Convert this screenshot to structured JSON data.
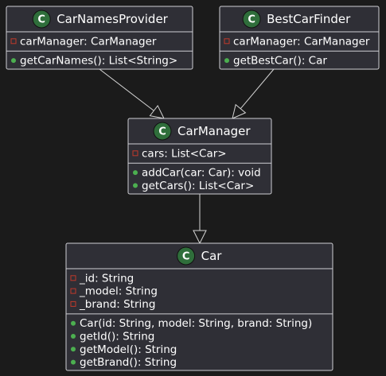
{
  "diagram": {
    "stereotype_letter": "C",
    "colors": {
      "background": "#1b1b1b",
      "box_fill": "#2f2f36",
      "border": "#cfcfd4",
      "class_badge": "#2f6e3b",
      "private_marker": "#c0392b",
      "public_marker": "#4caf50"
    },
    "classes": [
      {
        "id": "car-names-provider",
        "name": "CarNamesProvider",
        "fields": [
          {
            "visibility": "private",
            "text": "carManager: CarManager"
          }
        ],
        "methods": [
          {
            "visibility": "public",
            "text": "getCarNames(): List<String>"
          }
        ]
      },
      {
        "id": "best-car-finder",
        "name": "BestCarFinder",
        "fields": [
          {
            "visibility": "private",
            "text": "carManager: CarManager"
          }
        ],
        "methods": [
          {
            "visibility": "public",
            "text": "getBestCar(): Car"
          }
        ]
      },
      {
        "id": "car-manager",
        "name": "CarManager",
        "fields": [
          {
            "visibility": "private",
            "text": "cars: List<Car>"
          }
        ],
        "methods": [
          {
            "visibility": "public",
            "text": "addCar(car: Car): void"
          },
          {
            "visibility": "public",
            "text": "getCars(): List<Car>"
          }
        ]
      },
      {
        "id": "car",
        "name": "Car",
        "fields": [
          {
            "visibility": "private",
            "text": "_id: String"
          },
          {
            "visibility": "private",
            "text": "_model: String"
          },
          {
            "visibility": "private",
            "text": "_brand: String"
          }
        ],
        "methods": [
          {
            "visibility": "public",
            "text": "Car(id: String, model: String, brand: String)"
          },
          {
            "visibility": "public",
            "text": "getId(): String"
          },
          {
            "visibility": "public",
            "text": "getModel(): String"
          },
          {
            "visibility": "public",
            "text": "getBrand(): String"
          }
        ]
      }
    ],
    "relations": [
      {
        "from": "car-names-provider",
        "to": "car-manager",
        "arrow": "hollow-triangle"
      },
      {
        "from": "best-car-finder",
        "to": "car-manager",
        "arrow": "hollow-triangle"
      },
      {
        "from": "car-manager",
        "to": "car",
        "arrow": "hollow-triangle"
      }
    ]
  }
}
